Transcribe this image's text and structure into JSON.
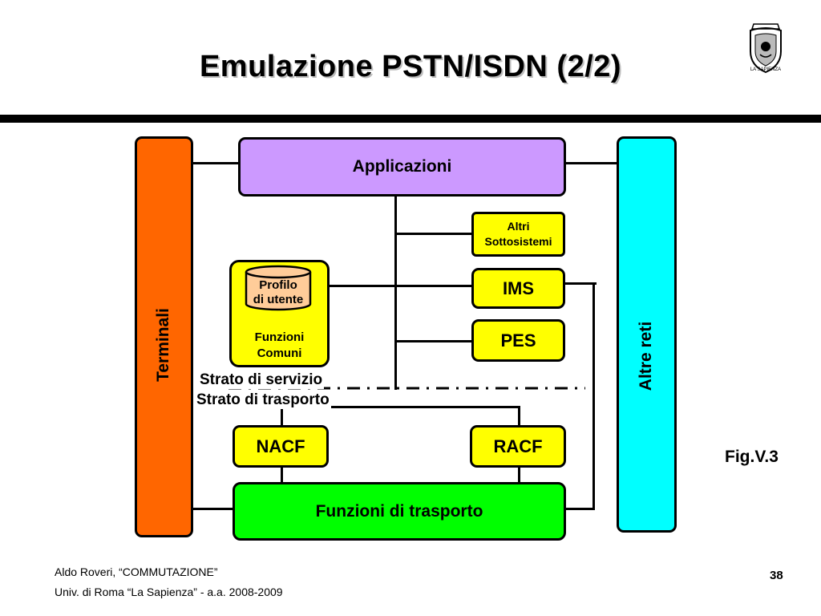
{
  "header": {
    "title": "Emulazione PSTN/ISDN (2/2)",
    "logo_caption": "LA SAPIENZA"
  },
  "diagram": {
    "terminali": "Terminali",
    "altre_reti": "Altre reti",
    "applicazioni": "Applicazioni",
    "altri_sottosistemi_line1": "Altri",
    "altri_sottosistemi_line2": "Sottosistemi",
    "ims": "IMS",
    "pes": "PES",
    "profilo_line1": "Profilo",
    "profilo_line2": "di utente",
    "funzioni_comuni_line1": "Funzioni",
    "funzioni_comuni_line2": "Comuni",
    "strato_servizio": "Strato di servizio",
    "strato_trasporto": "Strato di trasporto",
    "nacf": "NACF",
    "racf": "RACF",
    "funzioni_trasporto": "Funzioni di trasporto",
    "colors": {
      "terminali": "#ff6600",
      "altre_reti": "#00ffff",
      "applicazioni": "#cc99ff",
      "yellow": "#ffff00",
      "profilo": "#ffcc99",
      "trasporto": "#00ff00"
    }
  },
  "figure_label": "Fig.V.3",
  "footer": {
    "author": "Aldo Roveri, “COMMUTAZIONE”",
    "university": "Univ. di Roma “La Sapienza” - a.a. 2008-2009",
    "page": "38"
  }
}
